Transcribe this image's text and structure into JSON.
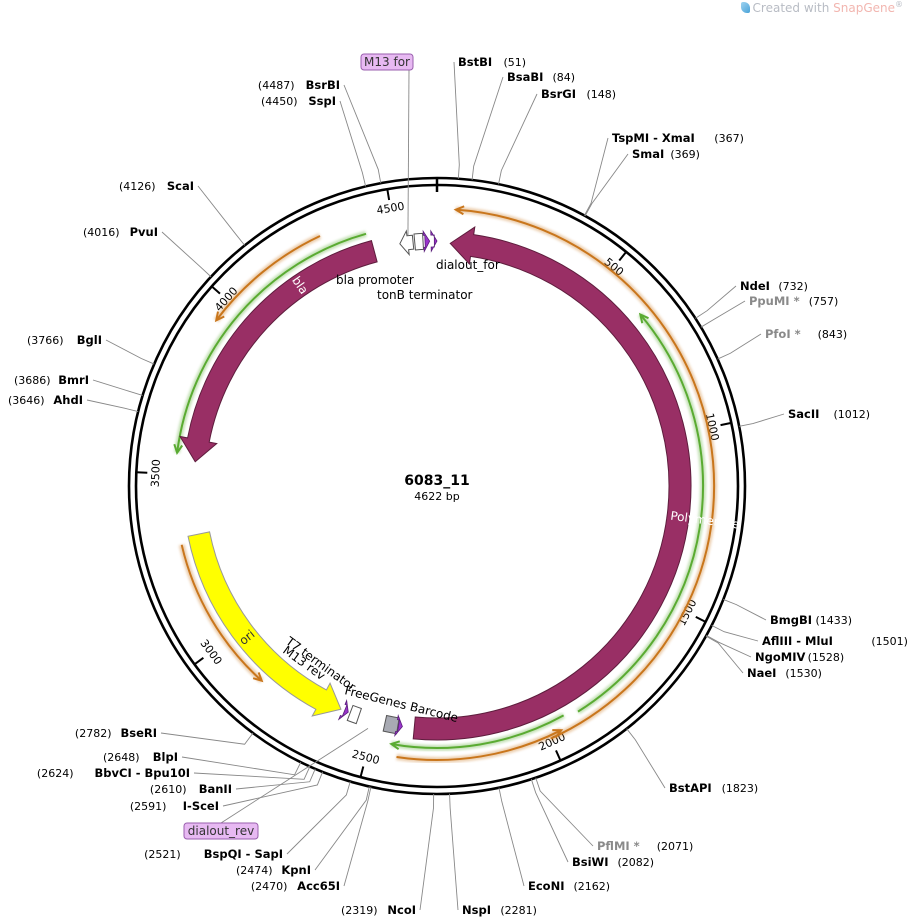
{
  "watermark": {
    "prefix": "Created with ",
    "brand": "SnapGene",
    "mark": "®"
  },
  "plasmid": {
    "name": "6083_11",
    "length_label": "4622 bp",
    "length": 4622
  },
  "ruler_labels": [
    "500",
    "1000",
    "1500",
    "2000",
    "2500",
    "3000",
    "3500",
    "4000",
    "4500"
  ],
  "sites": [
    {
      "name": "BstBI",
      "pos": "(51)",
      "bp": 51,
      "side": "right"
    },
    {
      "name": "BsaBI",
      "pos": "(84)",
      "bp": 84,
      "side": "right"
    },
    {
      "name": "BsrGI",
      "pos": "(148)",
      "bp": 148,
      "side": "right"
    },
    {
      "name": "TspMI",
      "name2": "XmaI",
      "pos": "(367)",
      "bp": 367,
      "side": "right"
    },
    {
      "name": "SmaI",
      "pos": "(369)",
      "bp": 369,
      "side": "right"
    },
    {
      "name": "NdeI",
      "pos": "(732)",
      "bp": 732,
      "side": "right"
    },
    {
      "name": "PpuMI *",
      "pos": "(757)",
      "bp": 757,
      "side": "right",
      "gray": true
    },
    {
      "name": "PfoI *",
      "pos": "(843)",
      "bp": 843,
      "side": "right",
      "gray": true
    },
    {
      "name": "SacII",
      "pos": "(1012)",
      "bp": 1012,
      "side": "right"
    },
    {
      "name": "BmgBI",
      "pos": "(1433)",
      "bp": 1433,
      "side": "right"
    },
    {
      "name": "AflIII",
      "name2": "MluI",
      "pos": "(1501)",
      "bp": 1501,
      "side": "right"
    },
    {
      "name": "NgoMIV",
      "pos": "(1528)",
      "bp": 1528,
      "side": "right"
    },
    {
      "name": "NaeI",
      "pos": "(1530)",
      "bp": 1530,
      "side": "right"
    },
    {
      "name": "BstAPI",
      "pos": "(1823)",
      "bp": 1823,
      "side": "right"
    },
    {
      "name": "PflMI *",
      "pos": "(2071)",
      "bp": 2071,
      "side": "right",
      "gray": true
    },
    {
      "name": "BsiWI",
      "pos": "(2082)",
      "bp": 2082,
      "side": "right"
    },
    {
      "name": "EcoNI",
      "pos": "(2162)",
      "bp": 2162,
      "side": "right"
    },
    {
      "name": "NspI",
      "pos": "(2281)",
      "bp": 2281,
      "side": "right"
    },
    {
      "name": "NcoI",
      "pos": "(2319)",
      "bp": 2319,
      "side": "left"
    },
    {
      "name": "Acc65I",
      "pos": "(2470)",
      "bp": 2470,
      "side": "left"
    },
    {
      "name": "KpnI",
      "pos": "(2474)",
      "bp": 2474,
      "side": "left"
    },
    {
      "name": "BspQI",
      "name2": "SapI",
      "pos": "(2521)",
      "bp": 2521,
      "side": "left"
    },
    {
      "name": "I-SceI",
      "pos": "(2591)",
      "bp": 2591,
      "side": "left"
    },
    {
      "name": "BanII",
      "pos": "(2610)",
      "bp": 2610,
      "side": "left"
    },
    {
      "name": "BbvCI",
      "name2": "Bpu10I",
      "pos": "(2624)",
      "bp": 2624,
      "side": "left"
    },
    {
      "name": "BlpI",
      "pos": "(2648)",
      "bp": 2648,
      "side": "left"
    },
    {
      "name": "BseRI",
      "pos": "(2782)",
      "bp": 2782,
      "side": "left"
    },
    {
      "name": "AhdI",
      "pos": "(3646)",
      "bp": 3646,
      "side": "left"
    },
    {
      "name": "BmrI",
      "pos": "(3686)",
      "bp": 3686,
      "side": "left"
    },
    {
      "name": "BglI",
      "pos": "(3766)",
      "bp": 3766,
      "side": "left"
    },
    {
      "name": "PvuI",
      "pos": "(4016)",
      "bp": 4016,
      "side": "left"
    },
    {
      "name": "ScaI",
      "pos": "(4126)",
      "bp": 4126,
      "side": "left"
    },
    {
      "name": "SspI",
      "pos": "(4450)",
      "bp": 4450,
      "side": "left"
    },
    {
      "name": "BsrBI",
      "pos": "(4487)",
      "bp": 4487,
      "side": "left"
    }
  ],
  "primers": [
    {
      "label": "M13 for",
      "bp": 4537
    },
    {
      "label": "dialout_rev",
      "bp": 2515
    }
  ],
  "features": {
    "taq": "Taq DNA Polymerase",
    "bla": "bla",
    "ori": "ori",
    "bla_promoter": "bla promoter",
    "tonB_terminator": "tonB terminator",
    "dialout_for": "dialout_for",
    "t7_terminator": "T7 terminator",
    "m13_rev": "M13 rev",
    "freegenes_barcode": "FreeGenes Barcode"
  },
  "colors": {
    "cds": "#992f65",
    "ori": "#ffff00",
    "primer_bind": "#9933cc",
    "orf_green": "#5aab32",
    "orf_orange": "#c9761c",
    "primer_box": "#e7b9f2"
  }
}
